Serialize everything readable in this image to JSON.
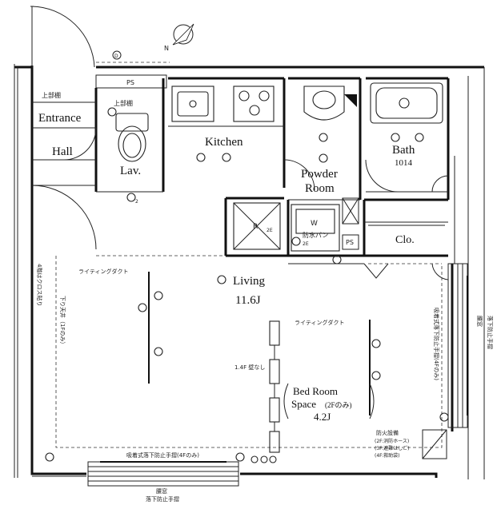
{
  "rooms": {
    "entrance": "Entrance",
    "hall": "Hall",
    "lav": "Lav.",
    "kitchen": "Kitchen",
    "powder_room_line1": "Powder",
    "powder_room_line2": "Room",
    "bath": "Bath",
    "bath_size": "1014",
    "clo": "Clo.",
    "living": "Living",
    "living_size": "11.6J",
    "bedroom_line1": "Bed Room",
    "bedroom_line2": "Space",
    "bedroom_note": "(2Fのみ)",
    "bedroom_size": "4.2J"
  },
  "labels": {
    "ps_top": "PS",
    "ps_powder": "PS",
    "storage_top": "上部棚",
    "storage_lav": "上部棚",
    "washer": "W",
    "washer_tray": "防水パン",
    "fridge": "R",
    "lighting_duct_left": "ライティングダクト",
    "lighting_duct_right": "ライティングダクト",
    "ceiling_note": "下り天井（1Fのみ）",
    "cloth_note": "4階はクロス貼り",
    "partition_note": "1.4F 壁なし",
    "handrail_note": "吸着式落下防止手摺(4Fのみ)",
    "window_label": "腰窓",
    "window_handrail": "落下防止手摺",
    "right_window_note": "落下防止手摺",
    "right_side_note": "腰窓",
    "right_vertical_note": "吸着式落下防止手摺(4Fのみ)",
    "equipment_title": "防火設備",
    "equipment_1": "(2F:消防ホース)",
    "equipment_2": "(3F:避難はしご)",
    "equipment_3": "(4F:救助袋)",
    "outlet_2e_a": "2E",
    "outlet_2e_b": "2E",
    "outlet_2": "2"
  },
  "icons": [
    "compass-north-icon",
    "meter-icon",
    "outlet-icon",
    "light-fixture-icon",
    "sink-icon",
    "stove-icon",
    "toilet-icon",
    "bathtub-icon",
    "washbasin-icon"
  ]
}
